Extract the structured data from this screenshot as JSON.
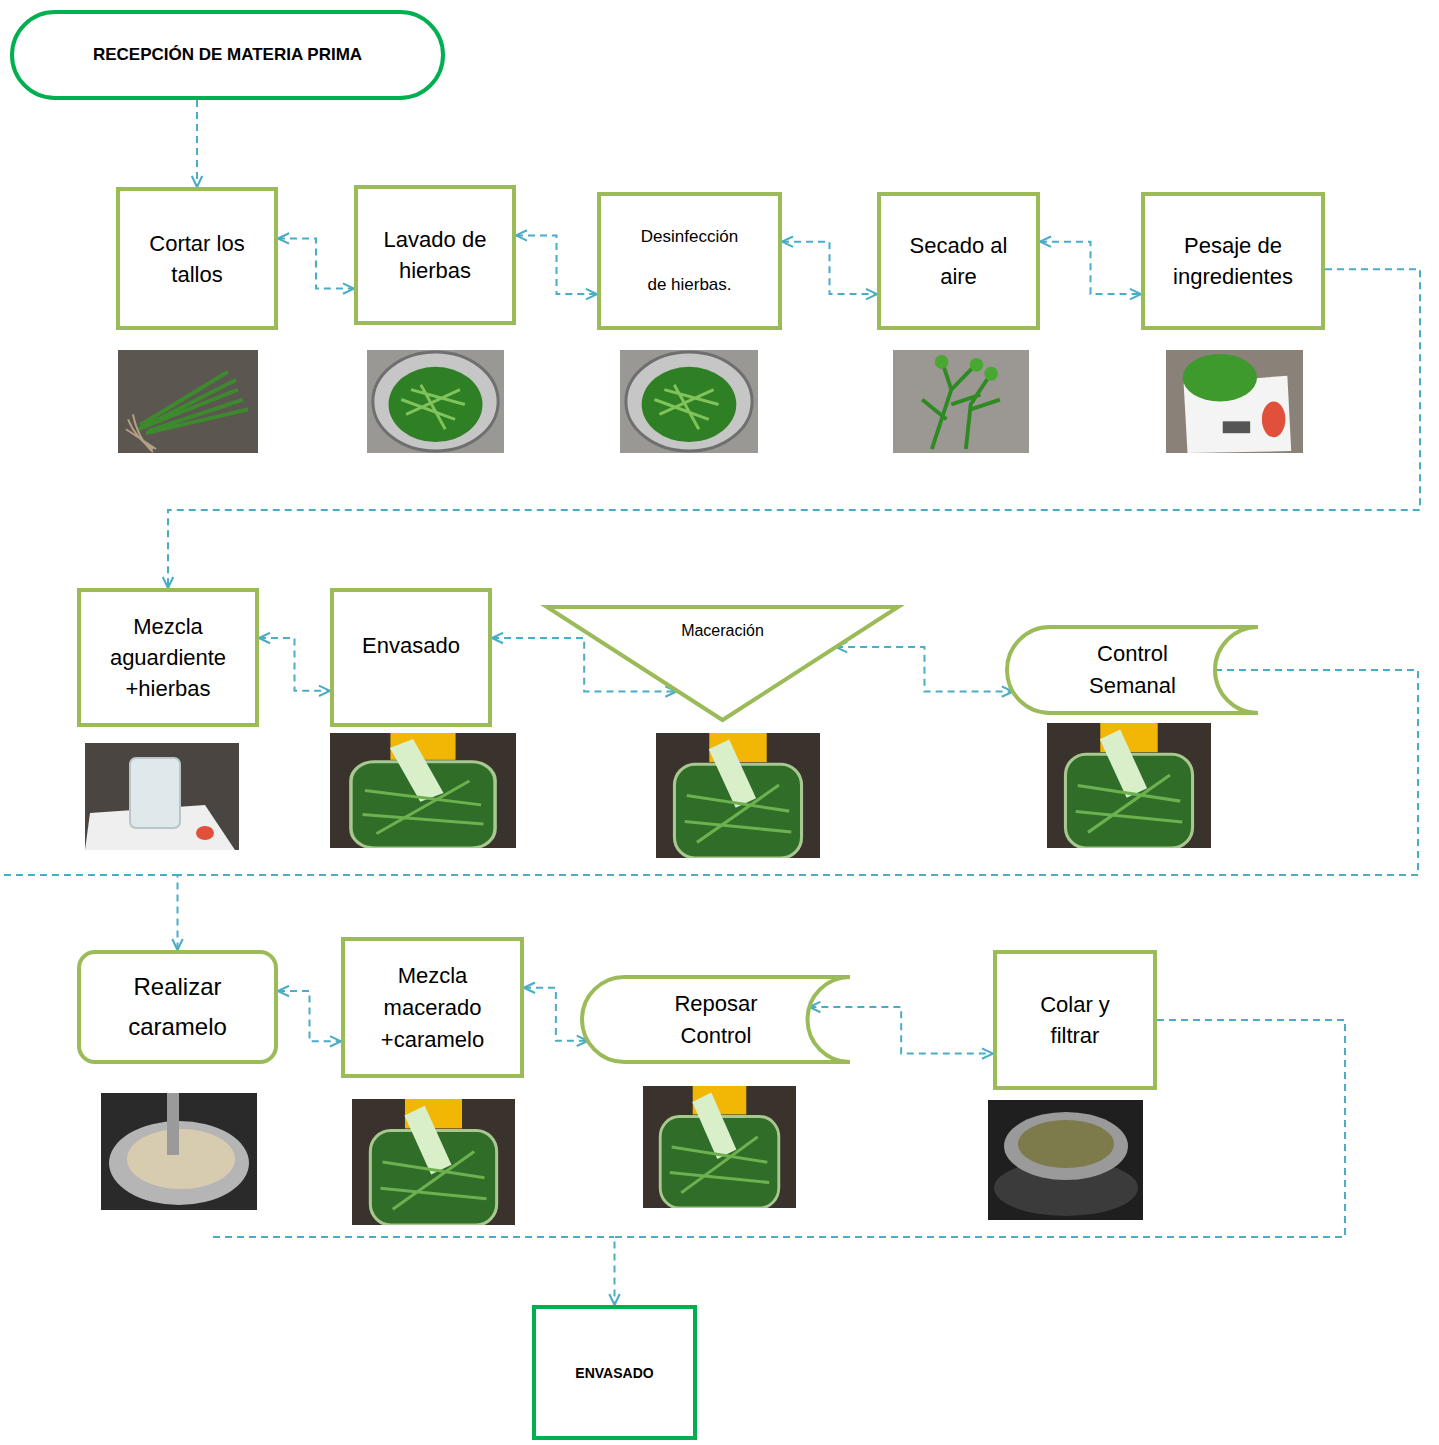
{
  "diagram": {
    "nodes": [
      {
        "text": [
          "RECEPCIÓN DE MATERIA PRIMA"
        ]
      },
      {
        "text": [
          "Cortar los tallos"
        ]
      },
      {
        "text": [
          "Lavado de hierbas"
        ]
      },
      {
        "text": [
          "Desinfección de hierbas."
        ]
      },
      {
        "text": [
          "Secado al aire"
        ]
      },
      {
        "text": [
          "Pesaje de ingredientes"
        ]
      },
      {
        "text": [
          "Mezcla aguardiente +hierbas"
        ]
      },
      {
        "text": [
          "Envasado"
        ]
      },
      {
        "text": [
          "Maceración"
        ]
      },
      {
        "text": [
          "Control Semanal"
        ]
      },
      {
        "text": [
          "Realizar caramelo"
        ]
      },
      {
        "text": [
          "Mezcla macerado +caramelo"
        ]
      },
      {
        "text": [
          "Reposar Control"
        ]
      },
      {
        "text": [
          "Colar y filtrar"
        ]
      },
      {
        "text": [
          "ENVASADO"
        ]
      }
    ],
    "edges": [
      {
        "from": 0,
        "to": 1,
        "arrow": "to"
      },
      {
        "from": 1,
        "to": 2,
        "arrow": "both"
      },
      {
        "from": 2,
        "to": 3,
        "arrow": "both"
      },
      {
        "from": 3,
        "to": 4,
        "arrow": "both"
      },
      {
        "from": 4,
        "to": 5,
        "arrow": "both"
      },
      {
        "from": 5,
        "to": 6,
        "arrow": "to"
      },
      {
        "from": 6,
        "to": 7,
        "arrow": "both"
      },
      {
        "from": 7,
        "to": 8,
        "arrow": "both"
      },
      {
        "from": 8,
        "to": 9,
        "arrow": "both"
      },
      {
        "from": 9,
        "to": 10,
        "arrow": "to"
      },
      {
        "from": 10,
        "to": 11,
        "arrow": "both"
      },
      {
        "from": 11,
        "to": 12,
        "arrow": "both"
      },
      {
        "from": 12,
        "to": 13,
        "arrow": "both"
      },
      {
        "from": 13,
        "to": 14,
        "arrow": "to"
      }
    ]
  }
}
